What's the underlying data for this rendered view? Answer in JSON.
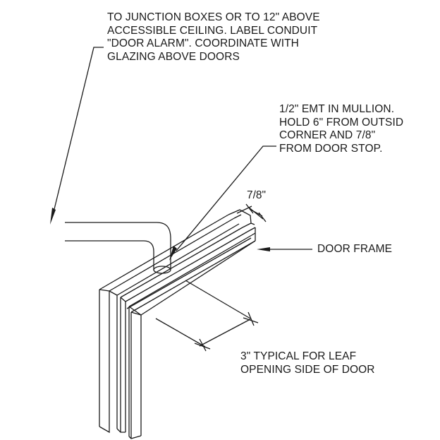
{
  "notes": {
    "junction": {
      "lines": [
        "TO JUNCTION BOXES OR TO 12\" ABOVE",
        "ACCESSIBLE CEILING. LABEL CONDUIT",
        "\"DOOR ALARM\". COORDINATE WITH",
        "GLAZING ABOVE DOORS"
      ]
    },
    "emt": {
      "lines": [
        "1/2\" EMT IN MULLION.",
        "HOLD 6\" FROM OUTSID",
        "CORNER AND 7/8\"",
        "FROM DOOR STOP."
      ]
    },
    "door_frame": "DOOR FRAME",
    "typical": {
      "lines": [
        "3\" TYPICAL FOR LEAF",
        "OPENING SIDE OF DOOR"
      ]
    }
  },
  "dimensions": {
    "stop_offset": "7/8\""
  },
  "colors": {
    "ink": "#1a1a1a",
    "background": "#ffffff"
  }
}
